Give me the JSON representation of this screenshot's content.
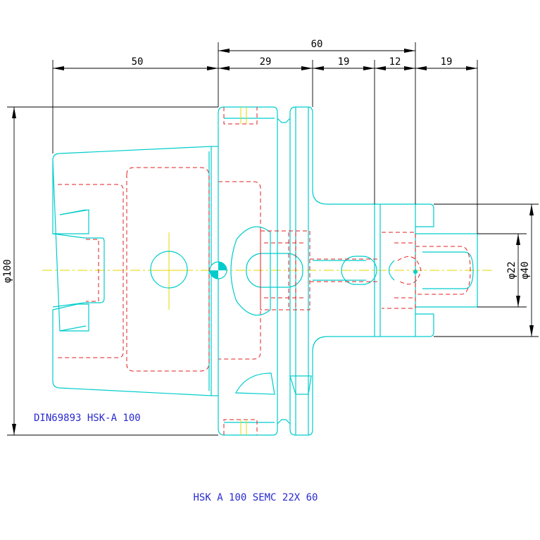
{
  "dimensions": {
    "total_length": "60",
    "taper_length": "50",
    "flange_length": "29",
    "neck_length": "19",
    "shank_length": "12",
    "projection": "19",
    "dia_100": "φ100",
    "dia_22": "φ22",
    "dia_40": "φ40"
  },
  "labels": {
    "standard": "DIN69893 HSK-A 100",
    "part_name": "HSK A 100 SEMC 22X 60"
  },
  "colors": {
    "outline": "#00cccc",
    "hidden": "#e02020",
    "centerline": "#e6d800",
    "dimension": "#000000",
    "annotation": "#2a2ad0"
  }
}
